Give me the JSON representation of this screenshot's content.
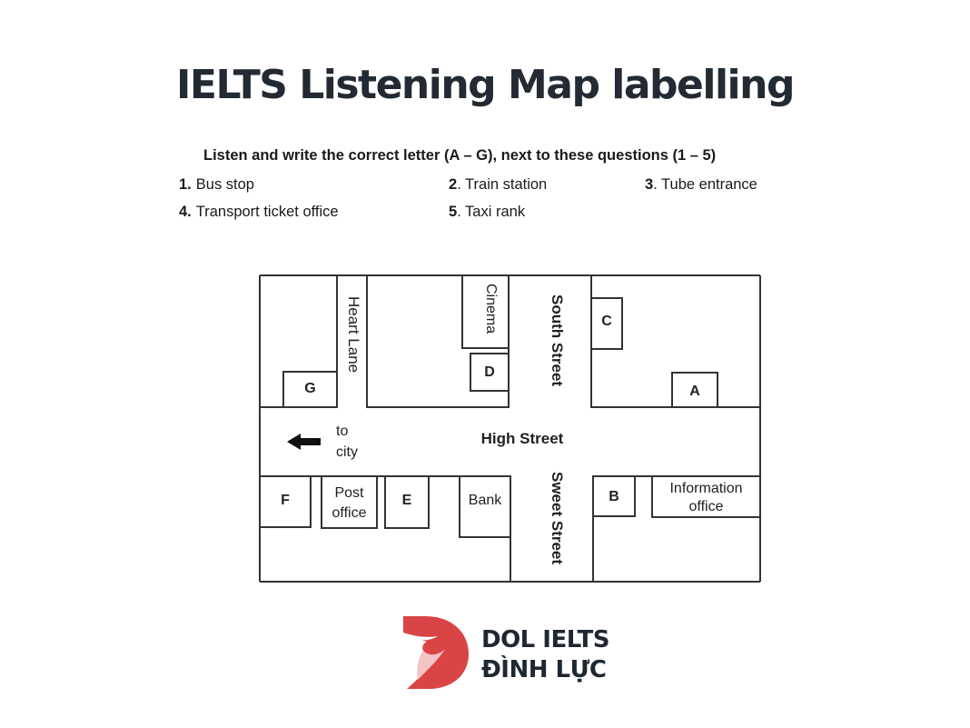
{
  "title": "IELTS Listening Map labelling",
  "instruction": "Listen and write the correct letter (A – G), next to these questions (1 – 5)",
  "questions": [
    {
      "num": "1.",
      "label": "Bus stop"
    },
    {
      "num": "2",
      "label": ". Train station"
    },
    {
      "num": "3",
      "label": ". Tube entrance"
    },
    {
      "num": "4.",
      "label": "Transport ticket office"
    },
    {
      "num": "5",
      "label": ". Taxi rank"
    }
  ],
  "map": {
    "streets": {
      "heart_lane": "Heart Lane",
      "south_street": "South Street",
      "high_street": "High Street",
      "sweet_street": "Sweet Street"
    },
    "direction": {
      "line1": "to",
      "line2": "city",
      "icon": "arrow-left-icon"
    },
    "buildings": {
      "cinema": "Cinema",
      "post_office_1": "Post",
      "post_office_2": "office",
      "bank": "Bank",
      "info_1": "Information",
      "info_2": "office"
    },
    "letters": {
      "A": "A",
      "B": "B",
      "C": "C",
      "D": "D",
      "E": "E",
      "F": "F",
      "G": "G"
    }
  },
  "logo": {
    "line1": "DOL IELTS",
    "line2": "ĐÌNH LỰC",
    "colors": {
      "red": "#d94545",
      "light": "#f2c4c4",
      "text": "#1f2733"
    }
  }
}
